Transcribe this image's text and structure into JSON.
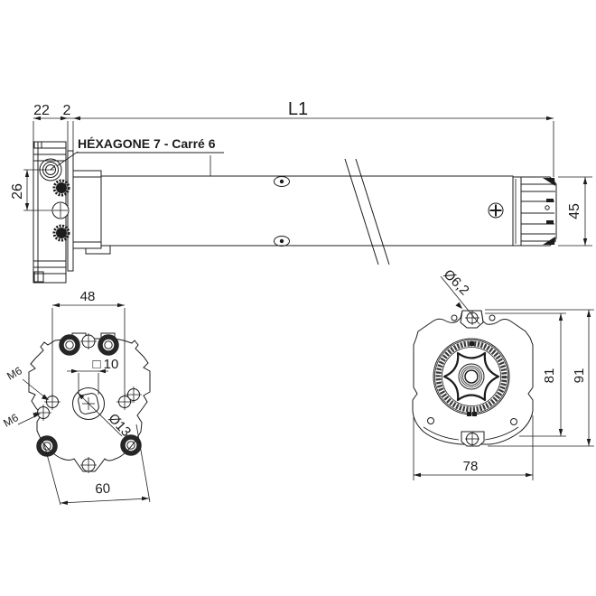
{
  "meta": {
    "type": "technical-dimensional-drawing",
    "subject": "tubular motor with mounting head and crown adapter",
    "views": [
      "side-view",
      "head-front-view",
      "crown-adapter-view"
    ]
  },
  "labels": {
    "product": "HÉXAGONE 7 - Carré 6"
  },
  "dims": {
    "head_width": "22",
    "head_plate": "2",
    "tube_length": "L1",
    "head_center_offset": "26",
    "crown_od": "45",
    "mount_hole_spacing": "48",
    "square_symbol": "□",
    "square_drive": "10",
    "shaft_diameter": "Ø13",
    "m6_upper": "M6",
    "m6_lower": "M6",
    "bottom_hole_spacing": "60",
    "small_hole_diameter": "Ø6,2",
    "adapter_inner_height": "81",
    "adapter_outer_height": "91",
    "adapter_width": "78"
  },
  "colors": {
    "line": "#1c1c1c",
    "background": "#ffffff"
  }
}
